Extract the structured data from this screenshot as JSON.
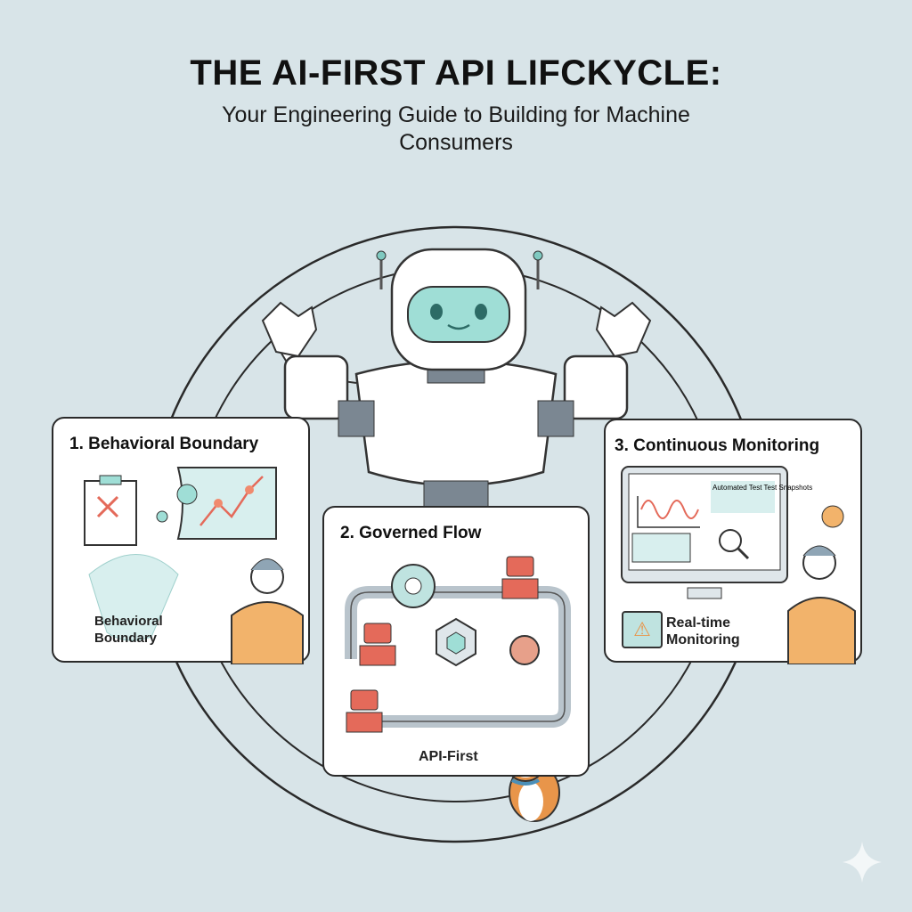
{
  "header": {
    "title": "THE AI-FIRST API LIFCKYCLE:",
    "subtitle": "Your Engineering Guide to Building for Machine Consumers"
  },
  "cards": [
    {
      "heading": "1. Behavioral Boundary",
      "label": "Behavioral Boundary"
    },
    {
      "heading": "2. Governed Flow",
      "label": "API-First"
    },
    {
      "heading": "3. Continuous Monitoring",
      "label": "Real-time Monitoring",
      "screen_text": "Automated Test Test Snapshots"
    }
  ],
  "colors": {
    "background": "#d8e4e8",
    "teal": "#8fd3cc",
    "coral": "#e46a5a",
    "orange": "#f2b36b"
  }
}
